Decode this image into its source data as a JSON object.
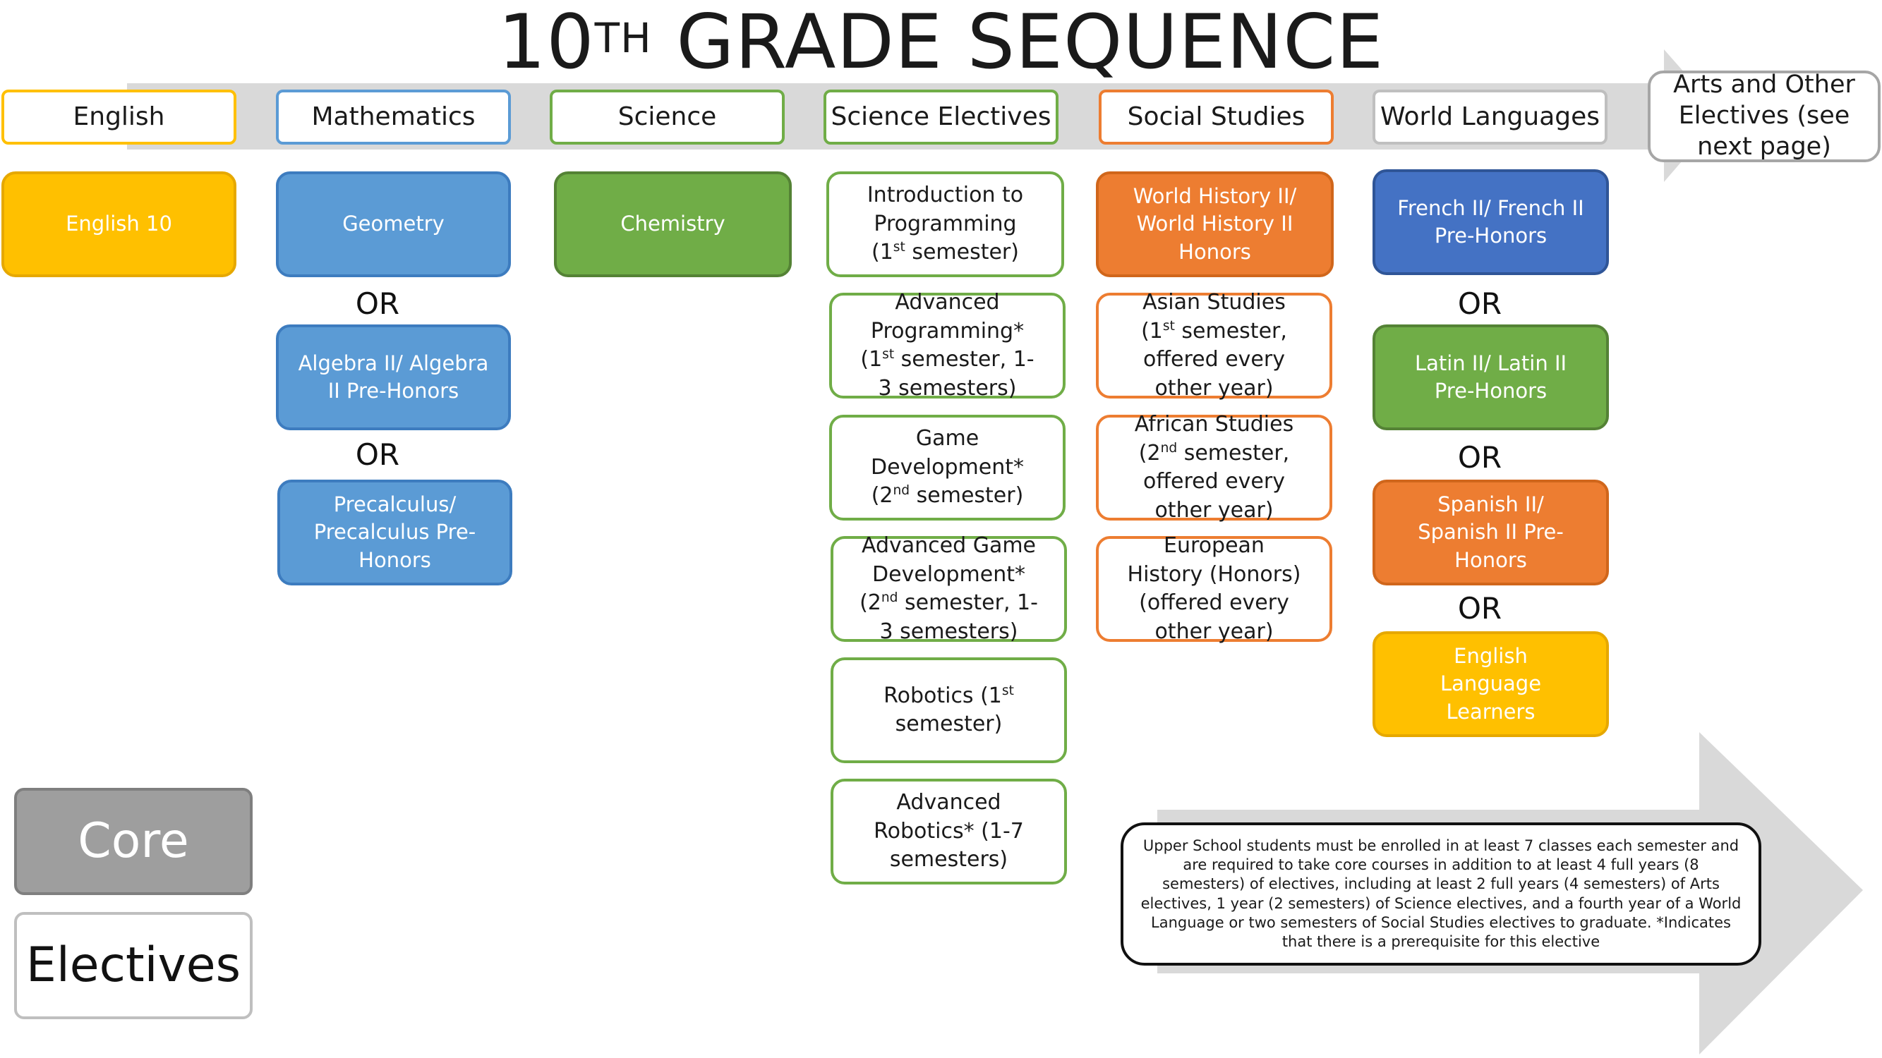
{
  "title": {
    "main": "10",
    "sup": "TH",
    "rest": " GRADE SEQUENCE"
  },
  "columns": {
    "english": "English",
    "mathematics": "Mathematics",
    "science": "Science",
    "science_electives": "Science Electives",
    "social_studies": "Social Studies",
    "world_languages": "World Languages",
    "arts": "Arts and Other Electives (see next page)"
  },
  "english": {
    "course1": "English 10"
  },
  "math": {
    "course1": "Geometry",
    "or1": "OR",
    "course2": "Algebra II/ Algebra II Pre-Honors",
    "or2": "OR",
    "course3": "Precalculus/ Precalculus Pre-Honors"
  },
  "science": {
    "course1": "Chemistry"
  },
  "sci_electives": {
    "e1a": "Introduction to Programming (1",
    "e1sup": "st",
    "e1b": " semester)",
    "e2a": "Advanced Programming* (1",
    "e2sup": "st",
    "e2b": " semester, 1-3 semesters)",
    "e3a": "Game Development* (2",
    "e3sup": "nd",
    "e3b": " semester)",
    "e4a": "Advanced Game Development* (2",
    "e4sup": "nd",
    "e4b": " semester, 1-3 semesters)",
    "e5a": "Robotics (1",
    "e5sup": "st",
    "e5b": " semester)",
    "e6": "Advanced Robotics* (1-7 semesters)"
  },
  "social": {
    "course1": "World History II/ World History II Honors",
    "e1a": "Asian Studies (1",
    "e1sup": "st",
    "e1b": " semester, offered every other year)",
    "e2a": "African Studies (2",
    "e2sup": "nd",
    "e2b": " semester, offered every other year)",
    "e3": "European History (Honors) (offered every other year)"
  },
  "languages": {
    "course1": "French II/ French II Pre-Honors",
    "or1": "OR",
    "course2": "Latin II/ Latin II Pre-Honors",
    "or2": "OR",
    "course3": "Spanish II/ Spanish II Pre-Honors",
    "or3": "OR",
    "course4": "English Language Learners"
  },
  "note": "Upper School students must be enrolled in at least 7 classes each semester and are required to take core courses in addition to at least 4 full years (8 semesters) of electives, including at least 2 full years (4 semesters) of Arts electives, 1 year (2 semesters) of Science electives, and a fourth year of a World Language or two semesters of Social Studies electives to graduate. *Indicates that there is a prerequisite for this elective",
  "legend": {
    "core": "Core",
    "electives": "Electives"
  },
  "colors": {
    "english": "#ffc000",
    "english_border": "#e6a800",
    "math": "#5b9bd5",
    "math_border": "#3d7cbf",
    "science": "#70ad47",
    "science_border": "#548235",
    "social": "#ed7d31",
    "social_border": "#d0661b",
    "french": "#4472c4",
    "french_border": "#2f5597",
    "arrow": "#d9d9d9"
  }
}
